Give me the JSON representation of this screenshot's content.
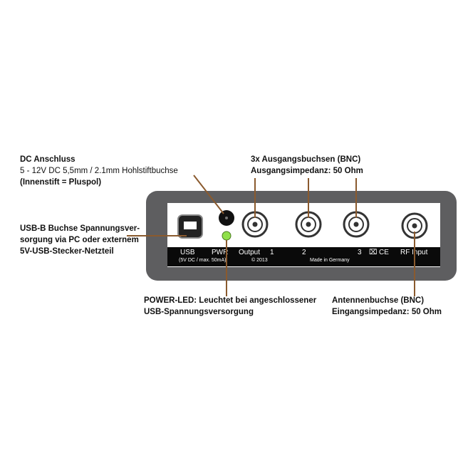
{
  "callouts": {
    "dc": {
      "title": "DC Anschluss",
      "line1": "5 - 12V DC  5,5mm / 2.1mm Hohlstiftbuchse",
      "line2": "(Innenstift = Pluspol)"
    },
    "usb": {
      "line1": "USB-B Buchse Spannungsver-",
      "line2": "sorgung via PC oder externem",
      "line3": "5V-USB-Stecker-Netzteil"
    },
    "outputs": {
      "line1": "3x Ausgangsbuchsen (BNC)",
      "line2": "Ausgangsimpedanz: 50 Ohm"
    },
    "led": {
      "line1": "POWER-LED:  Leuchtet bei angeschlossener",
      "line2": "USB-Spannungsversorgung"
    },
    "rf": {
      "line1": "Antennenbuchse (BNC)",
      "line2": "Eingangsimpedanz: 50 Ohm"
    }
  },
  "panel": {
    "usb": "USB",
    "pwr": "PWR",
    "output": "Output",
    "out1": "1",
    "out2": "2",
    "out3": "3",
    "rf": "RF Input",
    "power_spec": "(5V DC / max. 50mA)",
    "copyright": "© 2013",
    "made": "Made in Germany",
    "ce": "CE"
  },
  "colors": {
    "leader": "#8a5a2e",
    "led": "#8fe04a",
    "panel": "#5e5e60"
  }
}
